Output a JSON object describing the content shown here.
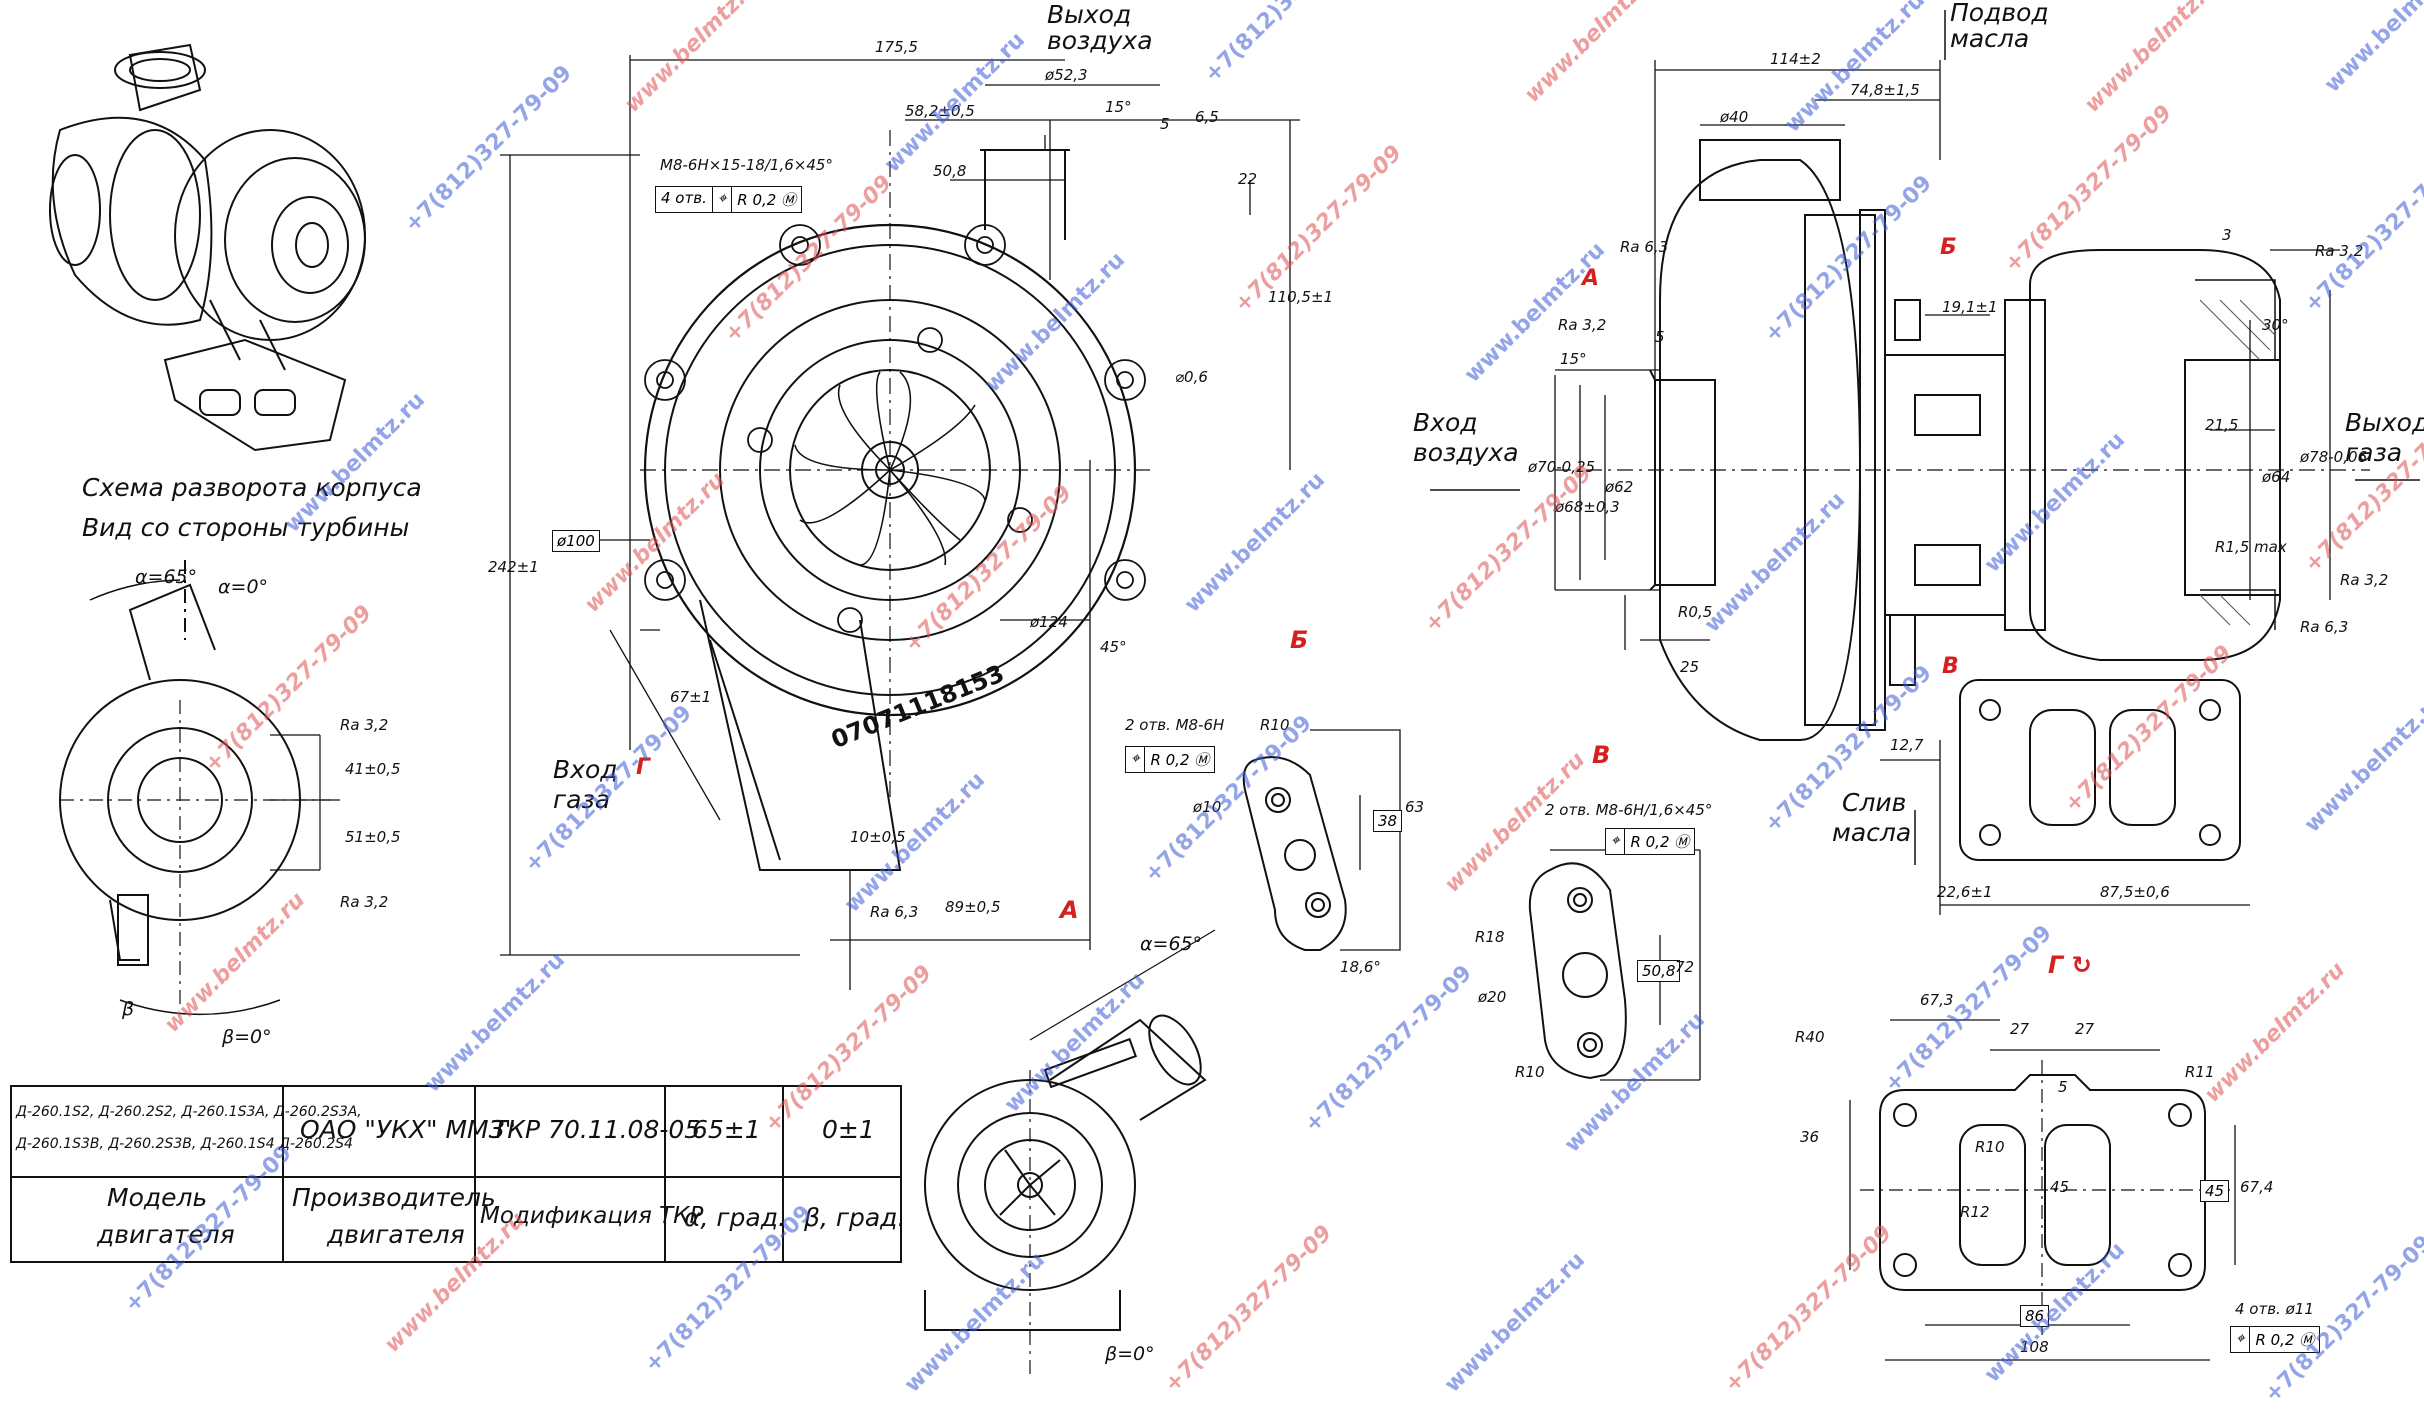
{
  "labels": {
    "air_outlet": "Выход\nвоздуха",
    "air_outlet_l1": "Выход",
    "air_outlet_l2": "воздуха",
    "oil_supply_l1": "Подвод",
    "oil_supply_l2": "масла",
    "air_inlet_l1": "Вход",
    "air_inlet_l2": "воздуха",
    "gas_outlet_l1": "Выход",
    "gas_outlet_l2": "газа",
    "gas_inlet_l1": "Вход",
    "gas_inlet_l2": "газа",
    "oil_drain_l1": "Слив",
    "oil_drain_l2": "масла",
    "schema_l1": "Схема разворота корпуса",
    "schema_l2": "Вид со стороны турбины",
    "part_number": "07071118153"
  },
  "view_marks": {
    "A": "А",
    "B": "Б",
    "V": "В",
    "G": "Г",
    "G_rot": "Г ↻"
  },
  "dims_front": {
    "d1755": "175,5",
    "d523": "ø52,3",
    "d582": "58,2±0,5",
    "a15": "15°",
    "d5": "5",
    "d65": "6,5",
    "d508": "50,8",
    "d22": "22",
    "d1105": "110,5±1",
    "d06": "⌀0,6",
    "d2421": "242±1",
    "d100": "ø100",
    "d124": "ø124",
    "a45": "45°",
    "d67": "67±1",
    "d10": "10±0,5",
    "d89": "89±0,5",
    "ra63": "Ra 6,3",
    "thread": "M8-6H×15-18/1,6×45°",
    "holes4": "4 отв.",
    "pos": "R 0,2 Ⓜ"
  },
  "dims_side": {
    "d114": "114±2",
    "d748": "74,8±1,5",
    "d40": "ø40",
    "ra63": "Ra 6,3",
    "ra32a": "Ra 3,2",
    "d5": "5",
    "a15": "15°",
    "d191": "19,1±1",
    "d70": "ø70-0,25",
    "d683": "ø68±0,3",
    "d62": "ø62",
    "r05": "R0,5",
    "d25": "25",
    "d3": "3",
    "ra32b": "Ra 3,2",
    "a30": "30°",
    "d215": "21,5",
    "d64": "ø64",
    "d78": "ø78-0,06",
    "r15": "R1,5 max",
    "ra32c": "Ra 3,2",
    "ra63b": "Ra 6,3",
    "d127": "12,7",
    "d226": "22,6±1",
    "d875": "87,5±0,6"
  },
  "view_B": {
    "holes": "2 отв. M8-6H",
    "pos": "R 0,2 Ⓜ",
    "r10": "R10",
    "d10": "ø10",
    "d38": "38",
    "d63": "63",
    "a186": "18,6°"
  },
  "view_V": {
    "holes": "2 отв. M8-6H/1,6×45°",
    "pos": "R 0,2 Ⓜ",
    "r18": "R18",
    "d20": "ø20",
    "r10": "R10",
    "d508": "50,8",
    "d72": "72"
  },
  "view_G": {
    "d673": "67,3",
    "d27a": "27",
    "d27b": "27",
    "r40": "R40",
    "d5": "5",
    "r11": "R11",
    "d36": "36",
    "r10": "R10",
    "r12": "R12",
    "d45a": "45",
    "d45b": "45",
    "d674": "67,4",
    "d86": "86",
    "d108": "108",
    "holes": "4 отв. ø11",
    "pos": "R 0,2 Ⓜ"
  },
  "schema": {
    "alpha65": "α=65°",
    "alpha0": "α=0°",
    "ra32a": "Ra 3,2",
    "d41": "41±0,5",
    "d51": "51±0,5",
    "ra32b": "Ra 3,2",
    "beta": "β",
    "beta0": "β=0°"
  },
  "viewA": {
    "alpha65": "α=65°",
    "beta0": "β=0°"
  },
  "table": {
    "engines": "Д-260.1S2, Д-260.2S2, Д-260.1S3А, Д-260.2S3А, Д-260.1S3В, Д-260.2S3В, Д-260.1S4 Д-260.2S4",
    "engines_l1": "Д-260.1S2, Д-260.2S2, Д-260.1S3А, Д-260.2S3А,",
    "engines_l2": "Д-260.1S3В, Д-260.2S3В, Д-260.1S4 Д-260.2S4",
    "manufacturer": "ОАО \"УКХ\" ММЗ\"",
    "modification": "ТКР 70.11.08-05",
    "alpha_val": "65±1",
    "beta_val": "0±1",
    "h_model_l1": "Модель",
    "h_model_l2": "двигателя",
    "h_maker_l1": "Производитель",
    "h_maker_l2": "двигателя",
    "h_mod": "Модификация ТКР",
    "h_alpha": "α, град.",
    "h_beta": "β, град."
  },
  "watermarks": {
    "site": "www.belmtz.ru",
    "phone": "+7(812)327-79-09"
  },
  "colors": {
    "line": "#111111",
    "red_mark": "#d62020",
    "wm_blue": "#3b5bd6",
    "wm_red": "#e05050"
  }
}
